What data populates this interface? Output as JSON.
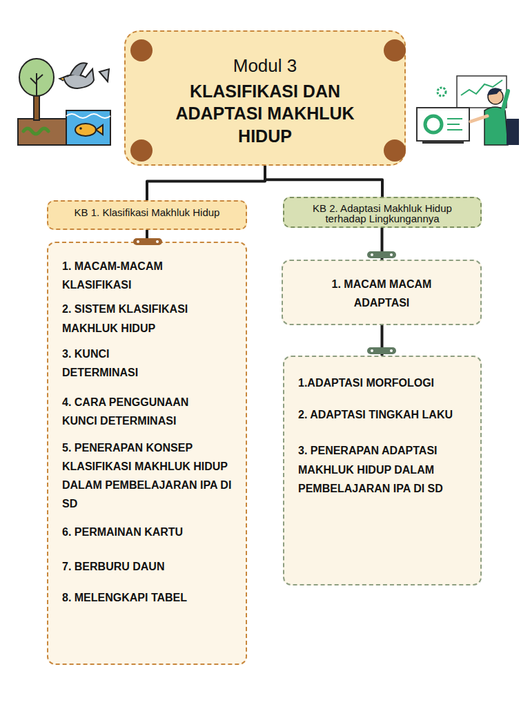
{
  "diagram": {
    "nodes": [
      {
        "text": [
          "Modul 3",
          "KLASIFIKASI DAN ADAPTASI MAKHLUK HIDUP"
        ]
      },
      {
        "text": [
          "KB 1. Klasifikasi Makhluk Hidup"
        ]
      },
      {
        "text": [
          "KB 2. Adaptasi Makhluk Hidup terhadap Lingkungannya"
        ]
      },
      {
        "text": [
          "1. MACAM-MACAM KLASIFIKASI",
          "2. SISTEM KLASIFIKASI MAKHLUK HIDUP",
          "3. KUNCI DETERMINASI",
          "4. CARA PENGGUNAAN KUNCI DETERMINASI",
          "5. PENERAPAN KONSEP KLASIFIKASI MAKHLUK HIDUP DALAM PEMBELAJARAN IPA DI SD",
          "6. PERMAINAN KARTU",
          "7. BERBURU DAUN",
          "8. MELENGKAPI TABEL"
        ]
      },
      {
        "text": [
          "1. MACAM MACAM ADAPTASI"
        ]
      },
      {
        "text": [
          "1.ADAPTASI MORFOLOGI",
          "2. ADAPTASI TINGKAH LAKU",
          "3. PENERAPAN ADAPTASI MAKHLUK HIDUP DALAM PEMBELAJARAN IPA DI SD"
        ]
      }
    ],
    "edges": [
      {
        "from": 0,
        "to": 1,
        "arrow": "none"
      },
      {
        "from": 0,
        "to": 2,
        "arrow": "none"
      },
      {
        "from": 1,
        "to": 3,
        "arrow": "none"
      },
      {
        "from": 2,
        "to": 4,
        "arrow": "none"
      },
      {
        "from": 4,
        "to": 5,
        "arrow": "none"
      }
    ]
  }
}
